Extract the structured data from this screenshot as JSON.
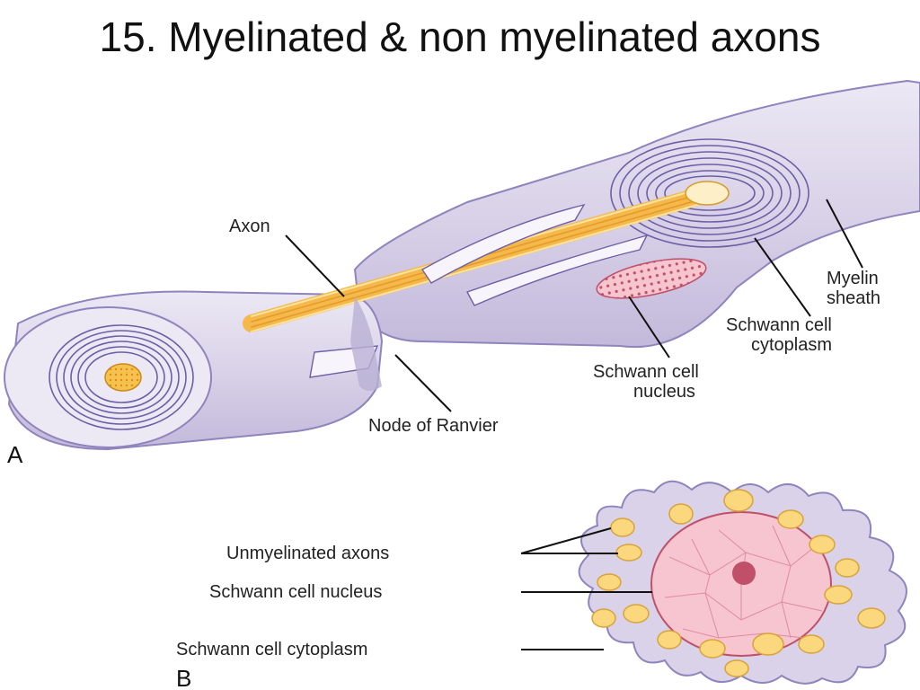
{
  "title": "15. Myelinated & non myelinated axons",
  "panel_a": {
    "letter": "A",
    "labels": {
      "axon": "Axon",
      "myelin_1": "Myelin",
      "myelin_2": "sheath",
      "cytoplasm_1": "Schwann cell",
      "cytoplasm_2": "cytoplasm",
      "nucleus_1": "Schwann cell",
      "nucleus_2": "nucleus",
      "node": "Node of Ranvier"
    }
  },
  "panel_b": {
    "letter": "B",
    "labels": {
      "unmyelinated": "Unmyelinated axons",
      "nucleus": "Schwann cell nucleus",
      "cytoplasm": "Schwann cell cytoplasm"
    }
  },
  "colors": {
    "sheath": "#dcd6ea",
    "sheath_dark": "#b9b0d4",
    "lamella": "#6d5fa6",
    "axon": "#f4b94a",
    "axon_light": "#fde3a0",
    "nucleus_pink": "#f6c5cf",
    "nucleus_dots": "#c0506a"
  }
}
